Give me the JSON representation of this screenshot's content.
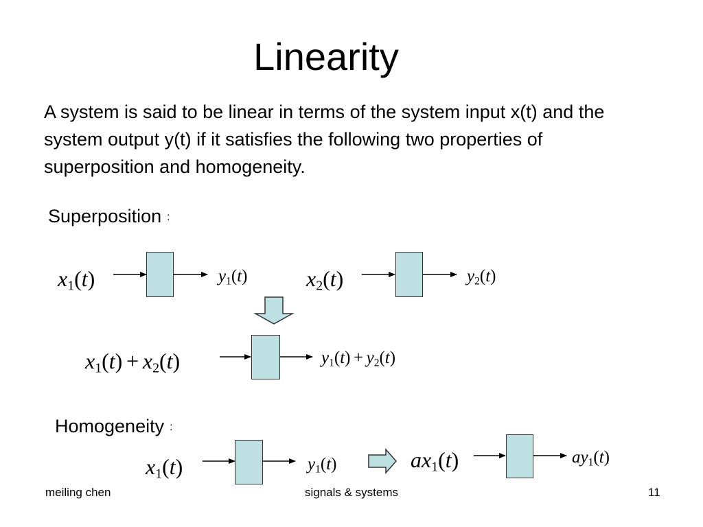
{
  "slide": {
    "title": "Linearity",
    "intro": "A system is said to be linear in terms of the system input x(t) and the system output y(t) if it satisfies the following two properties of superposition and homogeneity.",
    "superposition_label": "Superposition",
    "homogeneity_label": "Homogeneity",
    "colon": ":"
  },
  "math": {
    "var_x": "x",
    "var_y": "y",
    "var_a": "a",
    "t": "t",
    "lparen": "(",
    "rparen": ")",
    "plus": "+",
    "sub1": "1",
    "sub2": "2"
  },
  "footer": {
    "author": "meiling chen",
    "course": "signals & systems",
    "page": "11"
  },
  "colors": {
    "box_fill": "#bfe0e3",
    "arrow_fill": "#bfe0e3"
  }
}
